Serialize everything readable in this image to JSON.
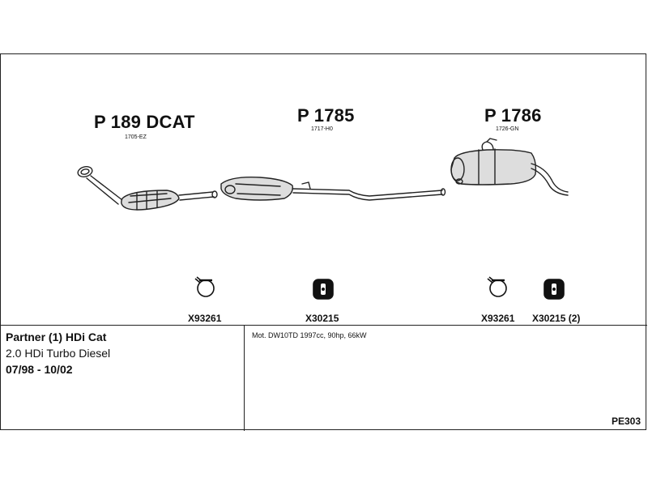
{
  "parts": [
    {
      "number": "P 189 DCAT",
      "sub": "1705-EZ"
    },
    {
      "number": "P 1785",
      "sub": "1717-H0"
    },
    {
      "number": "P 1786",
      "sub": "1726-GN"
    }
  ],
  "accessories": [
    {
      "label": "X93261",
      "icon": "clamp-icon"
    },
    {
      "label": "X30215",
      "icon": "rubber-mount-icon"
    },
    {
      "label": "X93261",
      "icon": "clamp-icon"
    },
    {
      "label": "X30215 (2)",
      "icon": "rubber-mount-icon"
    }
  ],
  "vehicle": {
    "model": "Partner (1) HDi Cat",
    "engine": "2.0 HDi Turbo Diesel",
    "years": "07/98 - 10/02"
  },
  "engine_spec": "Mot. DW10TD 1997cc, 90hp, 66kW",
  "diagram_code": "PE303"
}
